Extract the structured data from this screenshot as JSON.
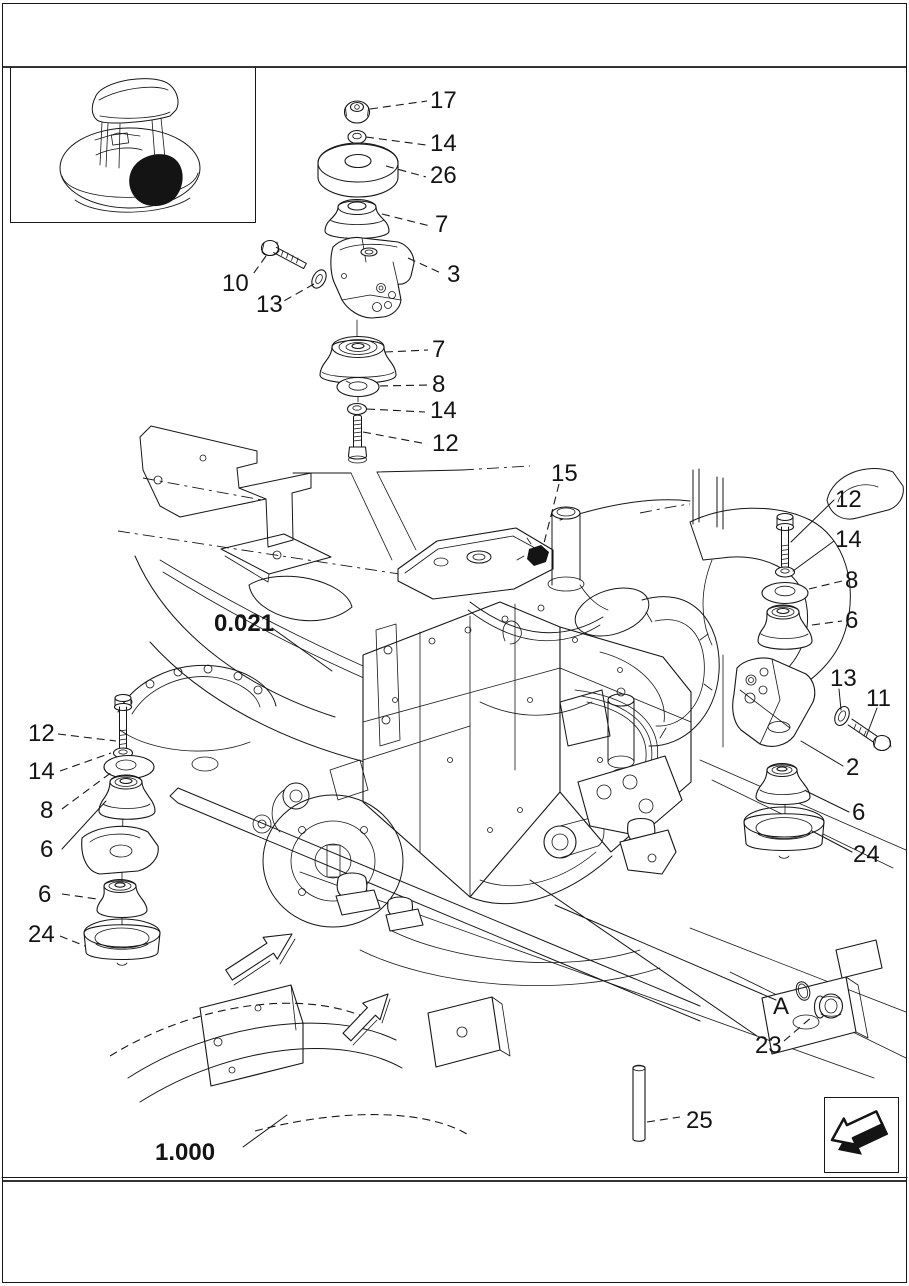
{
  "callouts": {
    "c17": "17",
    "c14_top": "14",
    "c26": "26",
    "c7_top": "7",
    "c10": "10",
    "c13_top": "13",
    "c3": "3",
    "c7_mid": "7",
    "c8_mid": "8",
    "c14_mid": "14",
    "c12_mid": "12",
    "c15": "15",
    "c12_right": "12",
    "c14_right": "14",
    "c8_right": "8",
    "c6_right": "6",
    "c13_right": "13",
    "c11": "11",
    "c2": "2",
    "c6_right2": "6",
    "c24_right": "24",
    "c12_left": "12",
    "c14_left": "14",
    "c8_left": "8",
    "c6_left": "6",
    "c6_left2": "6",
    "c24_left": "24",
    "cA": "A",
    "c23": "23",
    "c25": "25"
  },
  "refs": {
    "engine_section": "0.021",
    "frame_section": "1.000"
  },
  "icons": {
    "nav_arrow": "page-back-3d-arrow-icon",
    "thumbnail": "machine-location-thumbnail"
  },
  "colors": {
    "line": "#161616",
    "background": "#ffffff"
  }
}
